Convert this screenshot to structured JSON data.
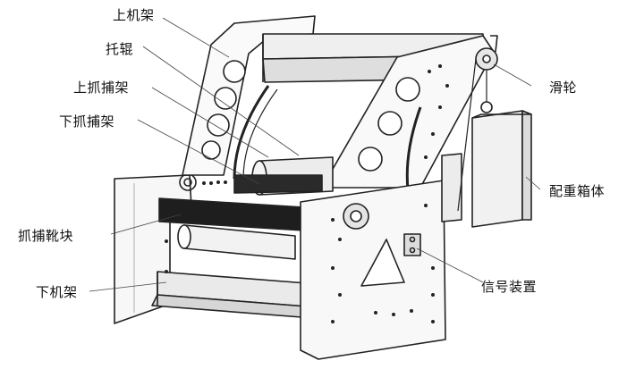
{
  "labels": {
    "upper_frame": "上机架",
    "idler_roller": "托辊",
    "upper_catcher": "上抓捕架",
    "lower_catcher": "下抓捕架",
    "catch_shoe": "抓捕靴块",
    "lower_frame": "下机架",
    "pulley": "滑轮",
    "counterweight_box": "配重箱体",
    "signal_device": "信号装置"
  }
}
